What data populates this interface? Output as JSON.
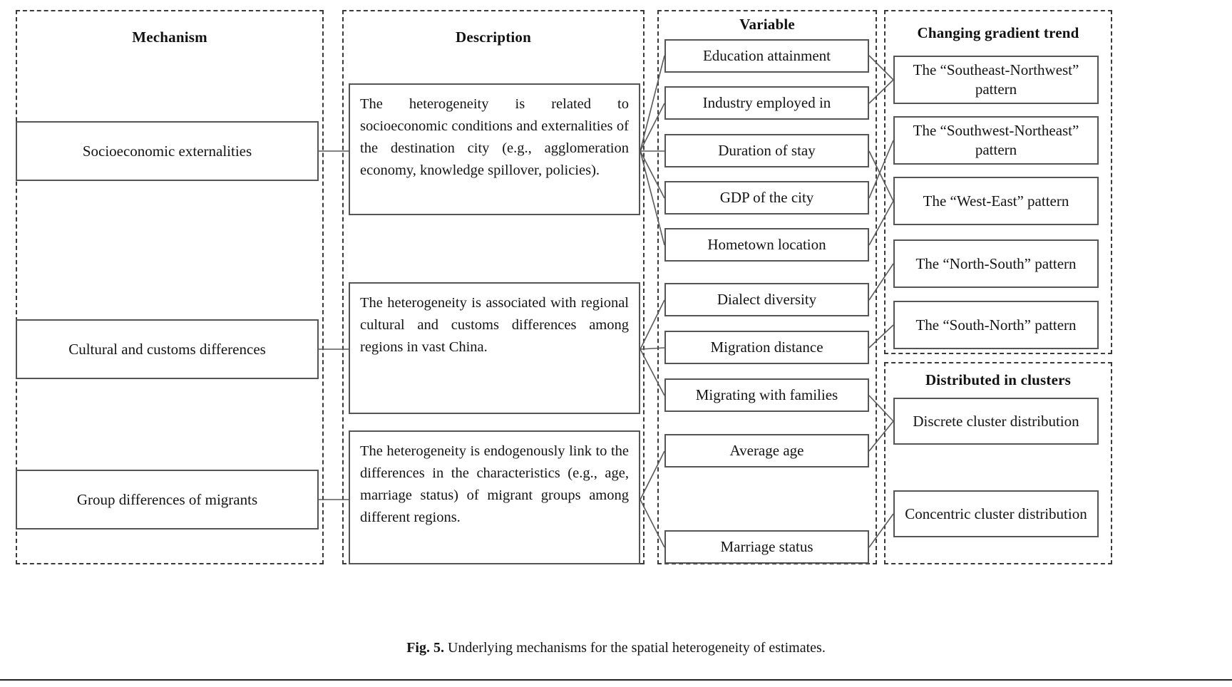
{
  "figure": {
    "caption_label": "Fig. 5.",
    "caption_text": "Underlying mechanisms for the spatial heterogeneity of estimates."
  },
  "columns": {
    "mechanism": {
      "header": "Mechanism"
    },
    "description": {
      "header": "Description"
    },
    "variable": {
      "header": "Variable"
    },
    "gradient": {
      "header": "Changing gradient trend"
    },
    "clusters": {
      "header": "Distributed in clusters"
    }
  },
  "mechanisms": [
    {
      "label": "Socioeconomic externalities"
    },
    {
      "label": "Cultural and customs differences"
    },
    {
      "label": "Group differences of migrants"
    }
  ],
  "descriptions": [
    {
      "text": "The heterogeneity is related to socioeconomic conditions and externalities of the destination city (e.g., agglomeration economy, knowledge spillover, policies)."
    },
    {
      "text": "The heterogeneity is associated with regional cultural and customs differences among regions in vast China."
    },
    {
      "text": "The heterogeneity is endogenously link to the differences in the characteristics (e.g., age, marriage status) of migrant groups among different regions."
    }
  ],
  "variables": [
    {
      "label": "Education attainment"
    },
    {
      "label": "Industry employed in"
    },
    {
      "label": "Duration of stay"
    },
    {
      "label": "GDP of the city"
    },
    {
      "label": "Hometown location"
    },
    {
      "label": "Dialect diversity"
    },
    {
      "label": "Migration distance"
    },
    {
      "label": "Migrating with families"
    },
    {
      "label": "Average age"
    },
    {
      "label": "Marriage status"
    }
  ],
  "gradient_trends": [
    {
      "label": "The “Southeast-Northwest” pattern"
    },
    {
      "label": "The “Southwest-Northeast” pattern"
    },
    {
      "label": "The “West-East” pattern"
    },
    {
      "label": "The “North-South” pattern"
    },
    {
      "label": "The “South-North” pattern"
    }
  ],
  "clusters": [
    {
      "label": "Discrete cluster distribution"
    },
    {
      "label": "Concentric cluster distribution"
    }
  ],
  "colors": {
    "box_border": "#555555",
    "dashed_border": "#3a3a3a",
    "connector": "#5a5a5a",
    "text": "#141414",
    "background": "#ffffff"
  }
}
